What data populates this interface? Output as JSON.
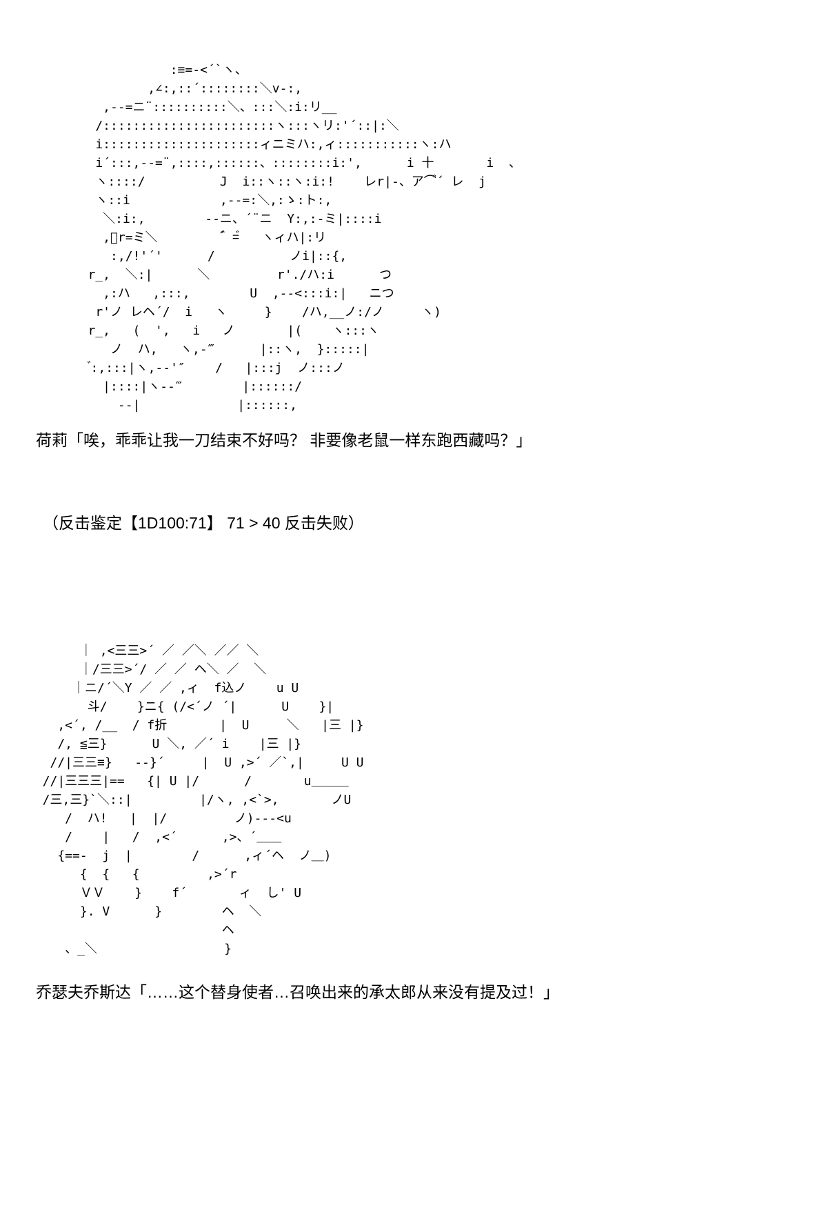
{
  "colors": {
    "background": "#ffffff",
    "text": "#000000"
  },
  "ascii_art_top": {
    "lines": [
      "              :≡=-<´`ヽ、",
      "           ,∠:,::´::::::::＼v-:,",
      "     ,--=ニ¨::::::::::＼、:::＼:i:リ__",
      "    /:::::::::::::::::::::::ヽ:::ヽリ:'´::|:＼",
      "    i:::::::::::::::::::::ィニミハ:,ィ:::::::::::ヽ:ハ",
      "    i´:::,--=¨,::::,::::::、::::::::i:',      i 十       i  、",
      "    ヽ::::/          J  i::ヽ::ヽ:i:!    レr|-、ア⌒゙´ レ  j",
      "    ヽ::i            ,--=:＼,:ゝ:ト:,",
      "     ＼:i:,        --ニ、´¨ニ  Y:,:-ミ|::::i",
      "     ,゙r=ミ＼        ´゙゙ =゙   ヽィハ|:リ",
      "      :,/!'´'      /          ノi|::{,",
      "   r_,  ＼:|      ＼         r'./ハ:i      つ",
      "     ,:ハ   ,:::,        U  ,--<:::i:|   ニつ",
      "    r'ノ レヘ´/  i   ヽ     }    /ハ,__ノ:/ノ     ヽ)",
      "   r_,   (  ',   i   ノ       |(    ヽ:::ヽ",
      "      ノ  ハ,   ヽ,-‴      |::ヽ,  }:::::|",
      "    ゙:,:::|ヽ,--'″    /   |:::j  ノ:::ノ",
      "     |::::|ヽ--‴        |::::::/",
      "       --|             |::::::,"
    ]
  },
  "dialogue_holly": "荷莉「唉，乖乖让我一刀结束不好吗？ 非要像老鼠一样东跑西藏吗？」",
  "roll_check": "（反击鉴定【1D100:71】 71 > 40 反击失败）",
  "ascii_art_bottom": {
    "lines": [
      "       ｜ ,<三三>´ ／ ／＼ ／／ ＼",
      "       ｜/三三>´/ ／ ／ ヘ＼ ／  ＼",
      "      ｜ニ/´＼Y ／ ／ ,ィ  f込ノ    u U",
      "        斗/    }ニ{ (/<´ノ ´|      U    }|",
      "    ,<´, /__  / f折       |  U     ＼   |三 |}",
      "    /, ≦三}      U ＼, ／´ i    |三 |}",
      "   //|三三≡}   --}´     |  U ,>´ ／`,|     U U",
      "  //|三三三|==   {| U |/      /       u＿＿＿",
      "  /三,三}`＼::|         |/ヽ, ,<`>,       ノU",
      "     /  ハ!   |  |/         ノ)---<u",
      "     /    |   /  ,<´      ,>、´＿＿",
      "    {==-  j  |        /      ,ィ´ヘ  ノ＿)",
      "       {  {   {         ,>´r",
      "       ＶＶ    }    f´       ィ  し' U",
      "       }. V      }        ヘ  ＼",
      "                          ヘ",
      "     、_＼                 }"
    ]
  },
  "dialogue_joseph": "乔瑟夫乔斯达「……这个替身使者…召唤出来的承太郎从来没有提及过！」"
}
